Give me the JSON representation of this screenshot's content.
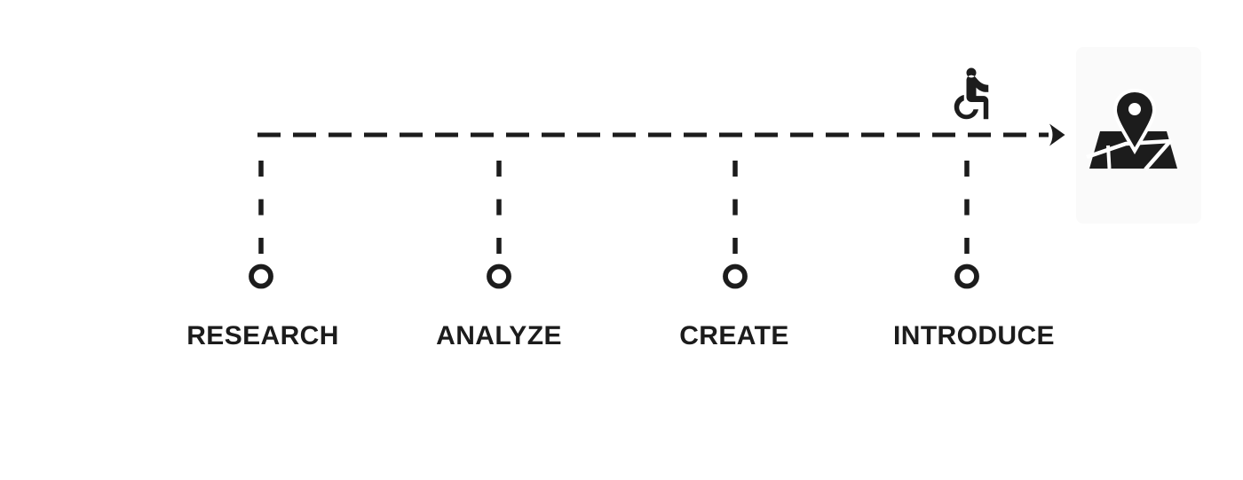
{
  "process": {
    "stages": [
      {
        "label": "RESEARCH"
      },
      {
        "label": "ANALYZE"
      },
      {
        "label": "CREATE"
      },
      {
        "label": "INTRODUCE"
      }
    ],
    "flow": {
      "direction": "left-to-right",
      "arrow_style": "dashed",
      "icons": [
        {
          "name": "wheelchair-accessibility-icon"
        },
        {
          "name": "map-destination-pin-icon"
        }
      ]
    },
    "colors": {
      "ink": "#1c1c1c",
      "canvas_bg": "#ffffff",
      "map_card_bg": "#fafafa",
      "hole_white": "#ffffff"
    }
  }
}
